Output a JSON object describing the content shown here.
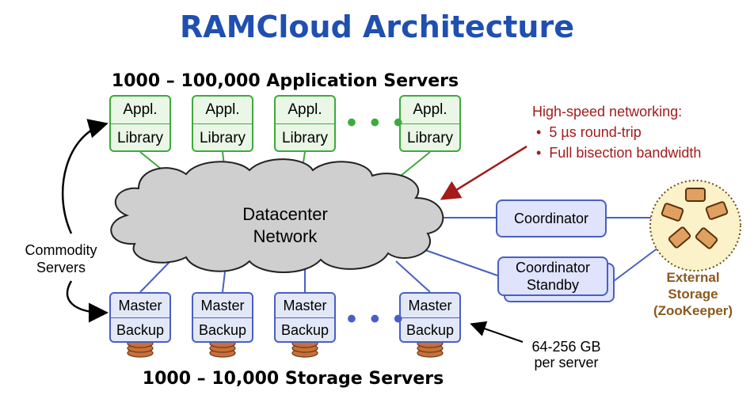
{
  "title": "RAMCloud Architecture",
  "app_heading": "1000 – 100,000 Application Servers",
  "storage_heading": "1000 – 10,000 Storage Servers",
  "app_servers": [
    {
      "top": "Appl.",
      "bottom": "Library"
    },
    {
      "top": "Appl.",
      "bottom": "Library"
    },
    {
      "top": "Appl.",
      "bottom": "Library"
    },
    {
      "top": "Appl.",
      "bottom": "Library"
    }
  ],
  "storage_servers": [
    {
      "top": "Master",
      "bottom": "Backup"
    },
    {
      "top": "Master",
      "bottom": "Backup"
    },
    {
      "top": "Master",
      "bottom": "Backup"
    },
    {
      "top": "Master",
      "bottom": "Backup"
    }
  ],
  "ellipsis": "• • •",
  "network": {
    "line1": "Datacenter",
    "line2": "Network"
  },
  "commodity": {
    "line1": "Commodity",
    "line2": "Servers"
  },
  "networking": {
    "title": "High-speed networking:",
    "bullets": [
      "5 µs round-trip",
      "Full bisection bandwidth"
    ]
  },
  "coordinator": "Coordinator",
  "standby": {
    "line1": "Coordinator",
    "line2": "Standby"
  },
  "external_storage": {
    "line1": "External",
    "line2": "Storage",
    "line3": "(ZooKeeper)"
  },
  "capacity": {
    "line1": "64-256 GB",
    "line2": "per server"
  },
  "colors": {
    "title": "#1f4fb0",
    "app": "#3daa3d",
    "server": "#4a5fc1",
    "accent": "#a31b1b",
    "storage": "#8a5a1e"
  }
}
